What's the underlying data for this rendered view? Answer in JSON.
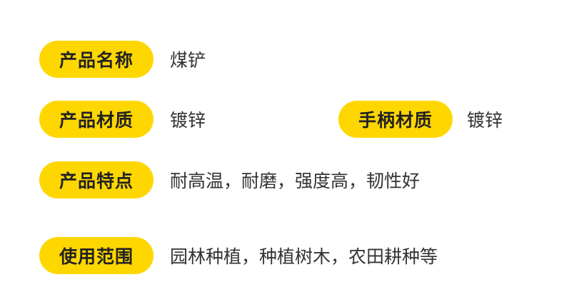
{
  "accent_color": "#fed700",
  "rows": [
    {
      "label": "产品名称",
      "value": "煤铲"
    },
    {
      "label": "产品材质",
      "value": "镀锌"
    },
    {
      "label": "手柄材质",
      "value": "镀锌"
    },
    {
      "label": "产品特点",
      "value": "耐高温，耐磨，强度高，韧性好"
    },
    {
      "label": "使用范围",
      "value": "园林种植，种植树木，农田耕种等"
    }
  ]
}
